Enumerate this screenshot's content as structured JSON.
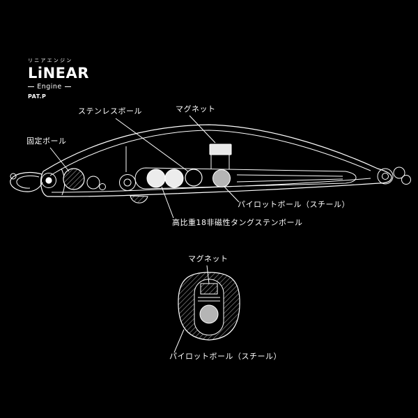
{
  "colors": {
    "background": "#000000",
    "line": "#ffffff",
    "tungsten_ball": "#ececec",
    "pilot_ball": "#b5b5b5",
    "hatch": "#8a8a8a"
  },
  "logo": {
    "kana": "リニアエンジン",
    "name": "LiNEAR",
    "engine": "Engine",
    "pat": "PAT.P"
  },
  "diagram": {
    "labels": {
      "fixed_ball": "固定ボール",
      "stainless_ball": "ステンレスボール",
      "magnet": "マグネット",
      "pilot_ball": "パイロットボール（スチール）",
      "tungsten_ball": "高比重18非磁性タングステンボール"
    }
  },
  "cross_section": {
    "labels": {
      "magnet": "マグネット",
      "pilot_ball": "パイロットボール（スチール）"
    }
  }
}
